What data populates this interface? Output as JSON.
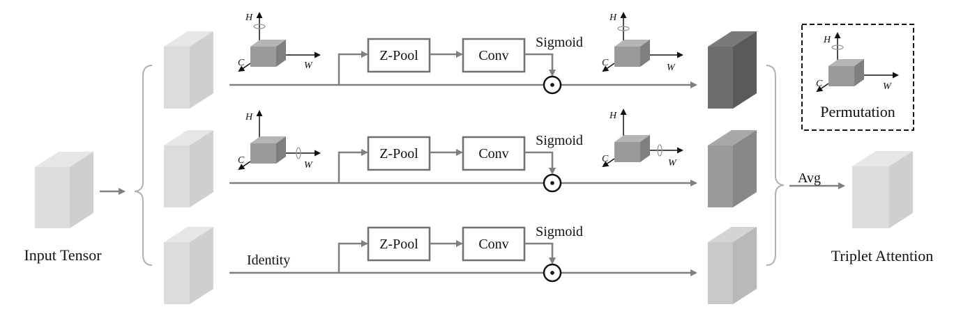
{
  "labels": {
    "input_tensor": "Input Tensor",
    "triplet_attention": "Triplet Attention",
    "avg": "Avg",
    "identity": "Identity",
    "permutation": "Permutation"
  },
  "branches": [
    {
      "zpool": "Z-Pool",
      "conv": "Conv",
      "sigmoid": "Sigmoid"
    },
    {
      "zpool": "Z-Pool",
      "conv": "Conv",
      "sigmoid": "Sigmoid"
    },
    {
      "zpool": "Z-Pool",
      "conv": "Conv",
      "sigmoid": "Sigmoid"
    }
  ],
  "axes": {
    "h": "H",
    "c": "C",
    "w": "W"
  },
  "colors": {
    "light_block": "#dcdcdc",
    "branch1_output": "#6e6e6e",
    "branch2_output": "#9a9a9a",
    "branch3_output": "#c9c9c9",
    "mini_cube": "#9a9a9a",
    "arrow": "#7f7f7f",
    "box_border": "#6f6f6f"
  }
}
